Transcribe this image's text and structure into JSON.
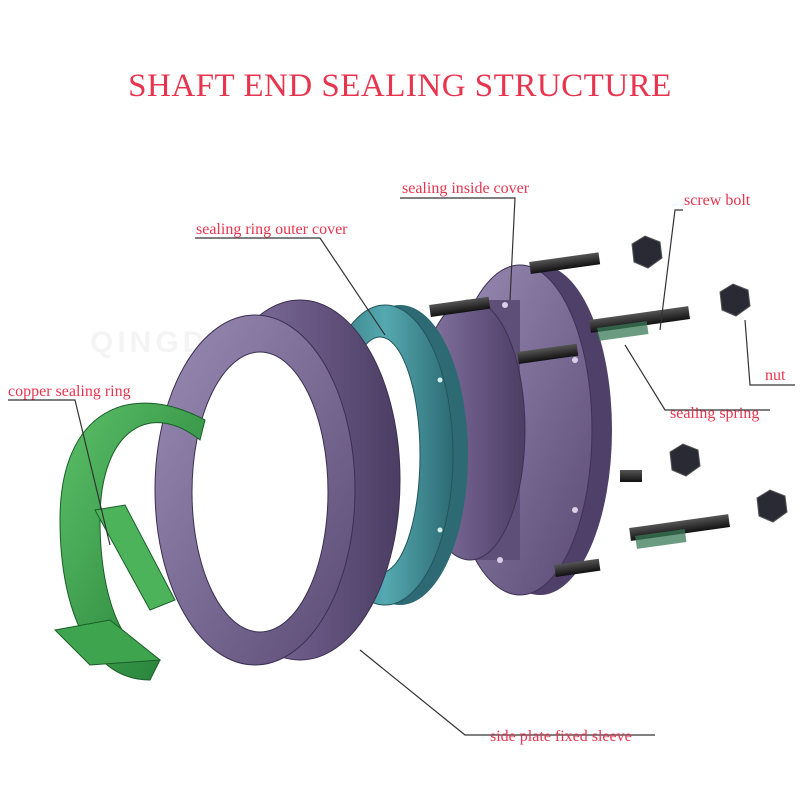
{
  "title": "SHAFT END SEALING STRUCTURE",
  "watermark": "QINGDAO STEAM … CO.,LTD",
  "labels": {
    "sealing_inside_cover": "sealing inside cover",
    "screw_bolt": "screw bolt",
    "sealing_ring_outer_cover": "sealing ring outer cover",
    "nut": "nut",
    "copper_sealing_ring": "copper sealing ring",
    "sealing_spring": "sealing spring",
    "side_plate_fixed_sleeve": "side plate fixed sleeve"
  },
  "colors": {
    "title": "#e8354f",
    "label": "#e8354f",
    "purple_part": "#6b5a86",
    "teal_part": "#3f8c94",
    "green_part": "#2f9a45",
    "hardware": "#2a2a35",
    "leader": "#333333"
  }
}
